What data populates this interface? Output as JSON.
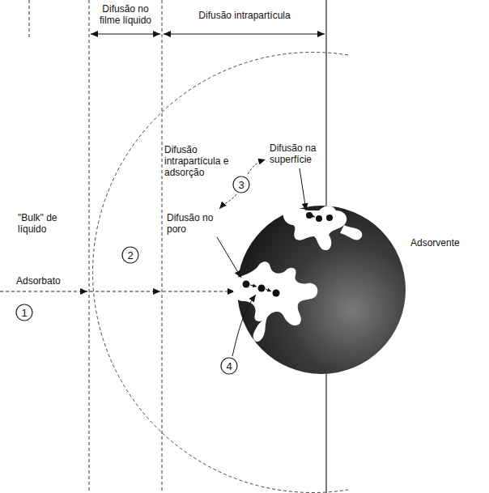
{
  "diagram": {
    "nodes": [
      {
        "text": [
          "1"
        ]
      },
      {
        "text": [
          "2"
        ]
      },
      {
        "text": [
          "3"
        ]
      },
      {
        "text": [
          "4"
        ]
      }
    ],
    "labels": [
      "Difusão no filme líquido",
      "Difusão intrapartícula",
      "\"Bulk\" de líquido",
      "Adsorbato",
      "Difusão intrapartícula e adsorção",
      "Difusão na superfície",
      "Difusão no poro",
      "Adsorvente"
    ]
  }
}
